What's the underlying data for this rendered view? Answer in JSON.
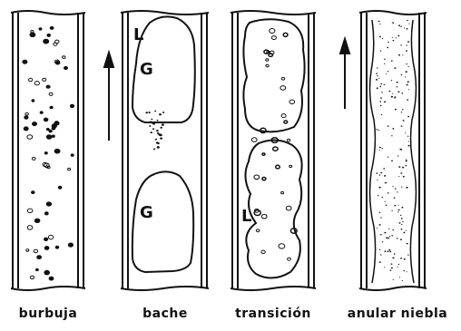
{
  "diagram": {
    "panels": [
      {
        "id": "burbuja",
        "caption": "burbuja",
        "flow_arrow": false,
        "region_labels": []
      },
      {
        "id": "bache",
        "caption": "bache",
        "flow_arrow": true,
        "region_labels": [
          "L",
          "G",
          "G"
        ]
      },
      {
        "id": "transicion",
        "caption": "transición",
        "flow_arrow": false,
        "region_labels": [
          "L"
        ]
      },
      {
        "id": "anular-niebla",
        "caption": "anular niebla",
        "flow_arrow": true,
        "region_labels": []
      }
    ],
    "colors": {
      "ink": "#111111",
      "background": "#ffffff"
    }
  }
}
